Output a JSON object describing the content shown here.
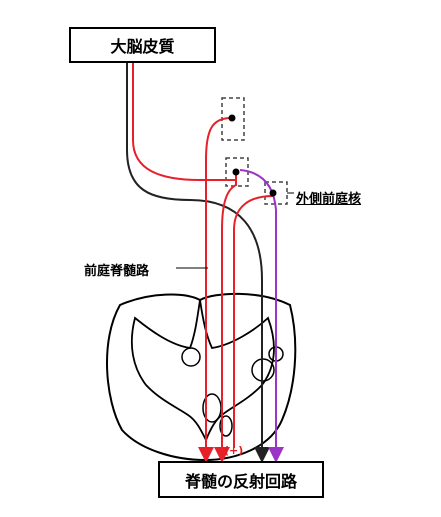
{
  "labels": {
    "cortex": "大脳皮質",
    "nucleus": "外側前庭核",
    "tract": "前庭脊髄路",
    "reflex": "脊髄の反射回路",
    "plus": "(+)"
  },
  "colors": {
    "cortical_pathway": "#e8202a",
    "vestibular_pathway": "#9a35c8",
    "tract_line": "#222222",
    "outline": "#000000"
  }
}
